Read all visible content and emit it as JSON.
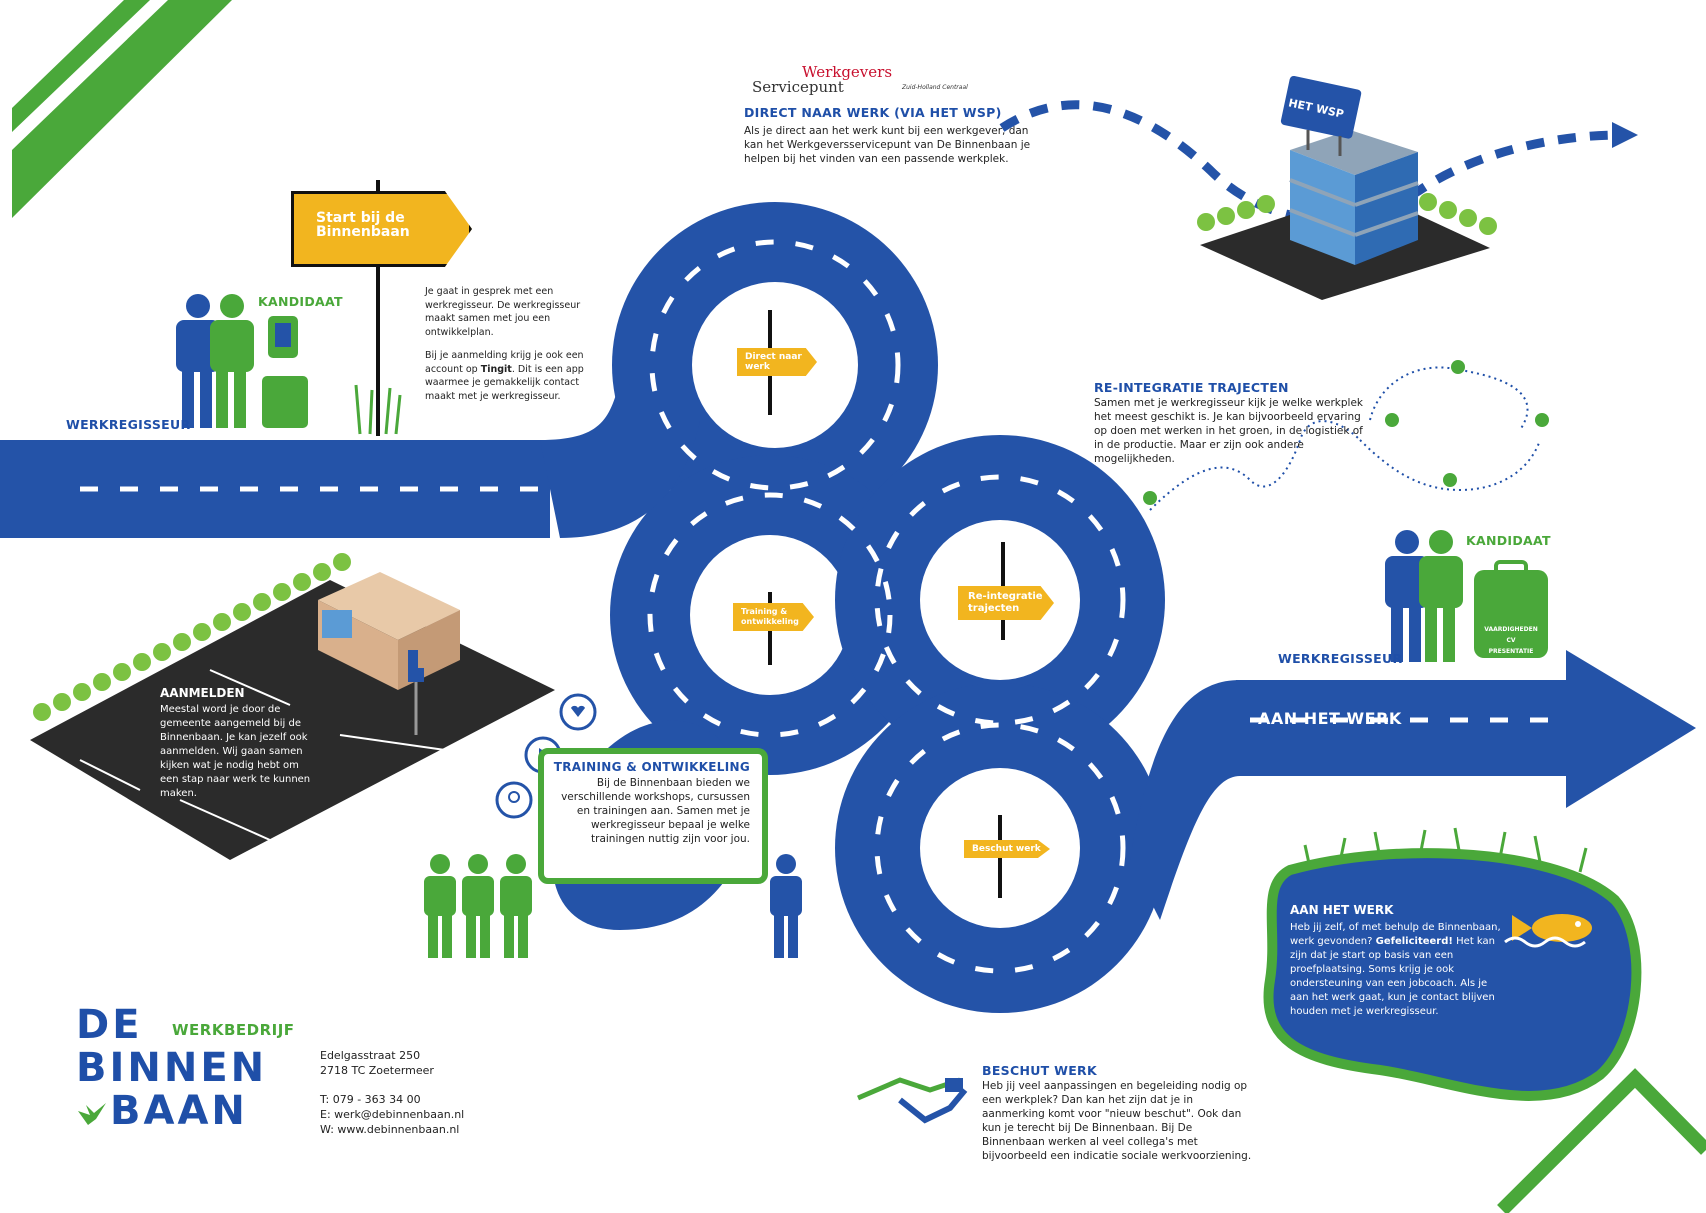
{
  "colors": {
    "road": "#2453a8",
    "green": "#4aa83a",
    "sign": "#f2b51f",
    "dark": "#2a2a2a"
  },
  "start_sign": {
    "line1": "Start bij de",
    "line2": "Binnenbaan"
  },
  "kandidaat_top": "KANDIDAAT",
  "werkregisseur_left": "WERKREGISSEUR",
  "intro": {
    "p1": "Je gaat in gesprek met een werkregisseur. De werkregisseur maakt samen met jou een ontwikkelplan.",
    "p2a": "Bij je aanmelding krijg je ook een account op ",
    "p2b": "Tingit",
    "p2c": ". Dit is een app waarmee je gemakkelijk contact maakt met je werkregisseur."
  },
  "wsp": {
    "logo_top": "Werkgevers",
    "logo_main": "Servicepunt",
    "logo_sub": "Zuid-Holland Centraal",
    "title": "DIRECT NAAR WERK (VIA HET WSP)",
    "text": "Als je direct aan het werk kunt bij een werkgever, dan kan het Werkgeversservicepunt van De Binnenbaan je helpen bij het vinden van een passende werkplek.",
    "building_sign": "HET WSP"
  },
  "road_signs": {
    "direct": "Direct naar werk",
    "training": "Training & ontwikkeling",
    "reintegratie": "Re-integratie trajecten",
    "beschut": "Beschut werk"
  },
  "reintegratie": {
    "title": "RE-INTEGRATIE TRAJECTEN",
    "text": "Samen met je werkregisseur kijk je welke werkplek het meest geschikt is. Je kan bijvoorbeeld ervaring op doen met werken in het groen, in de logistiek of in de productie. Maar er zijn ook andere mogelijkheden."
  },
  "kandidaat_right": "KANDIDAAT",
  "werkregisseur_right": "WERKREGISSEUR",
  "briefcase_labels": [
    "VAARDIGHEDEN",
    "CV",
    "PRESENTATIE"
  ],
  "aan_het_werk_arrow": "AAN HET WERK",
  "aanmelden": {
    "title": "AANMELDEN",
    "text": "Meestal word je door de gemeente aangemeld bij de Binnenbaan. Je kan jezelf ook aanmelden. Wij gaan samen kijken wat je nodig hebt om een stap naar werk te kunnen maken."
  },
  "training": {
    "title": "TRAINING & ONTWIKKELING",
    "text": "Bij de Binnenbaan bieden we verschillende workshops, cursussen en trainingen aan. Samen met je werkregisseur bepaal je welke trainingen nuttig zijn voor jou."
  },
  "aan_het_werk": {
    "title": "AAN HET WERK",
    "text1": "Heb jij zelf, of met behulp de Binnenbaan, werk gevonden? ",
    "bold": "Gefeliciteerd!",
    "text2": " Het kan zijn dat je start op basis van een proefplaatsing. Soms krijg je ook ondersteuning van een jobcoach. Als je aan het werk gaat, kun je contact blijven houden met je werkregisseur."
  },
  "beschut": {
    "title": "BESCHUT WERK",
    "text": "Heb jij veel aanpassingen en begeleiding nodig op een werkplek? Dan kan het zijn dat je in aanmerking komt voor \"nieuw beschut\". Ook dan kun je terecht bij De Binnenbaan. Bij De Binnenbaan werken al veel collega's met bijvoorbeeld een indicatie sociale werkvoorziening."
  },
  "logo": {
    "line1": "DE",
    "werkbedrijf": "WERKBEDRIJF",
    "line2": "BINNEN",
    "line3": "BAAN"
  },
  "contact": {
    "street": "Edelgasstraat 250",
    "city": "2718 TC Zoetermeer",
    "phone": "T: 079 - 363 34 00",
    "email": "E: werk@debinnenbaan.nl",
    "web": "W: www.debinnenbaan.nl"
  }
}
